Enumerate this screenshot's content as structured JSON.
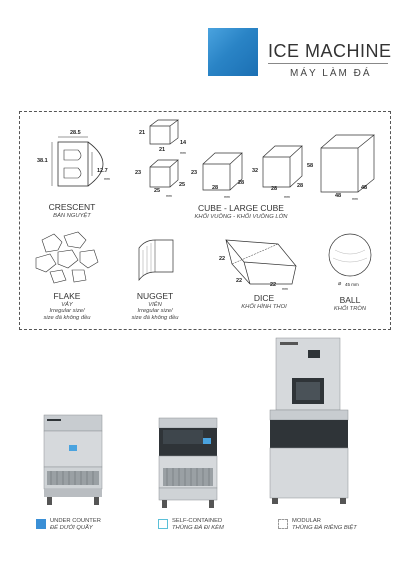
{
  "header": {
    "title": "ICE MACHINE",
    "subtitle": "MÁY LÀM ĐÁ"
  },
  "ice_types": {
    "crescent": {
      "name": "CRESCENT",
      "vi": "BÁN NGUYỆT",
      "dims": {
        "width": "28.5",
        "height": "38.1",
        "depth": "12.7"
      },
      "unit": "mm"
    },
    "cube": {
      "name": "CUBE - LARGE CUBE",
      "vi": "KHỐI VUÔNG - KHỐI VUÔNG LỚN",
      "unit": "mm",
      "small": {
        "a": "21",
        "b": "21",
        "c": "14"
      },
      "medium": {
        "a": "23",
        "b": "25",
        "c": "25"
      },
      "large": {
        "a": "23",
        "b": "28",
        "c": "28"
      },
      "xlarge": {
        "a": "32",
        "b": "28",
        "c": "28"
      },
      "xxlarge": {
        "a": "58",
        "b": "48",
        "c": "48"
      }
    },
    "flake": {
      "name": "FLAKE",
      "vi": "VẢY",
      "note1": "Irregular size/",
      "note2": "size đá không đều"
    },
    "nugget": {
      "name": "NUGGET",
      "vi": "VIÊN",
      "note1": "Irregular size/",
      "note2": "size đá không đều"
    },
    "dice": {
      "name": "DICE",
      "vi": "KHỐI HÌNH THOI",
      "dims": {
        "a": "22",
        "b": "22",
        "c": "22"
      },
      "unit": "mm"
    },
    "ball": {
      "name": "BALL",
      "vi": "KHỐI TRÒN",
      "dim": "45 mm"
    }
  },
  "legend": [
    {
      "name": "UNDER COUNTER",
      "vi": "ĐỂ DƯỚI QUẦY",
      "color": "#3a8fd6",
      "filled": true
    },
    {
      "name": "SELF-CONTAINED",
      "vi": "THÙNG ĐÁ ĐI KÈM",
      "color": "#5bc0d8",
      "filled": false
    },
    {
      "name": "MODULAR",
      "vi": "THÙNG ĐÁ RIÊNG BIỆT",
      "color": "#999999",
      "filled": false
    }
  ],
  "colors": {
    "accent": "#2a84c6",
    "steel": "#cfd3d6",
    "dark": "#2f3438"
  }
}
